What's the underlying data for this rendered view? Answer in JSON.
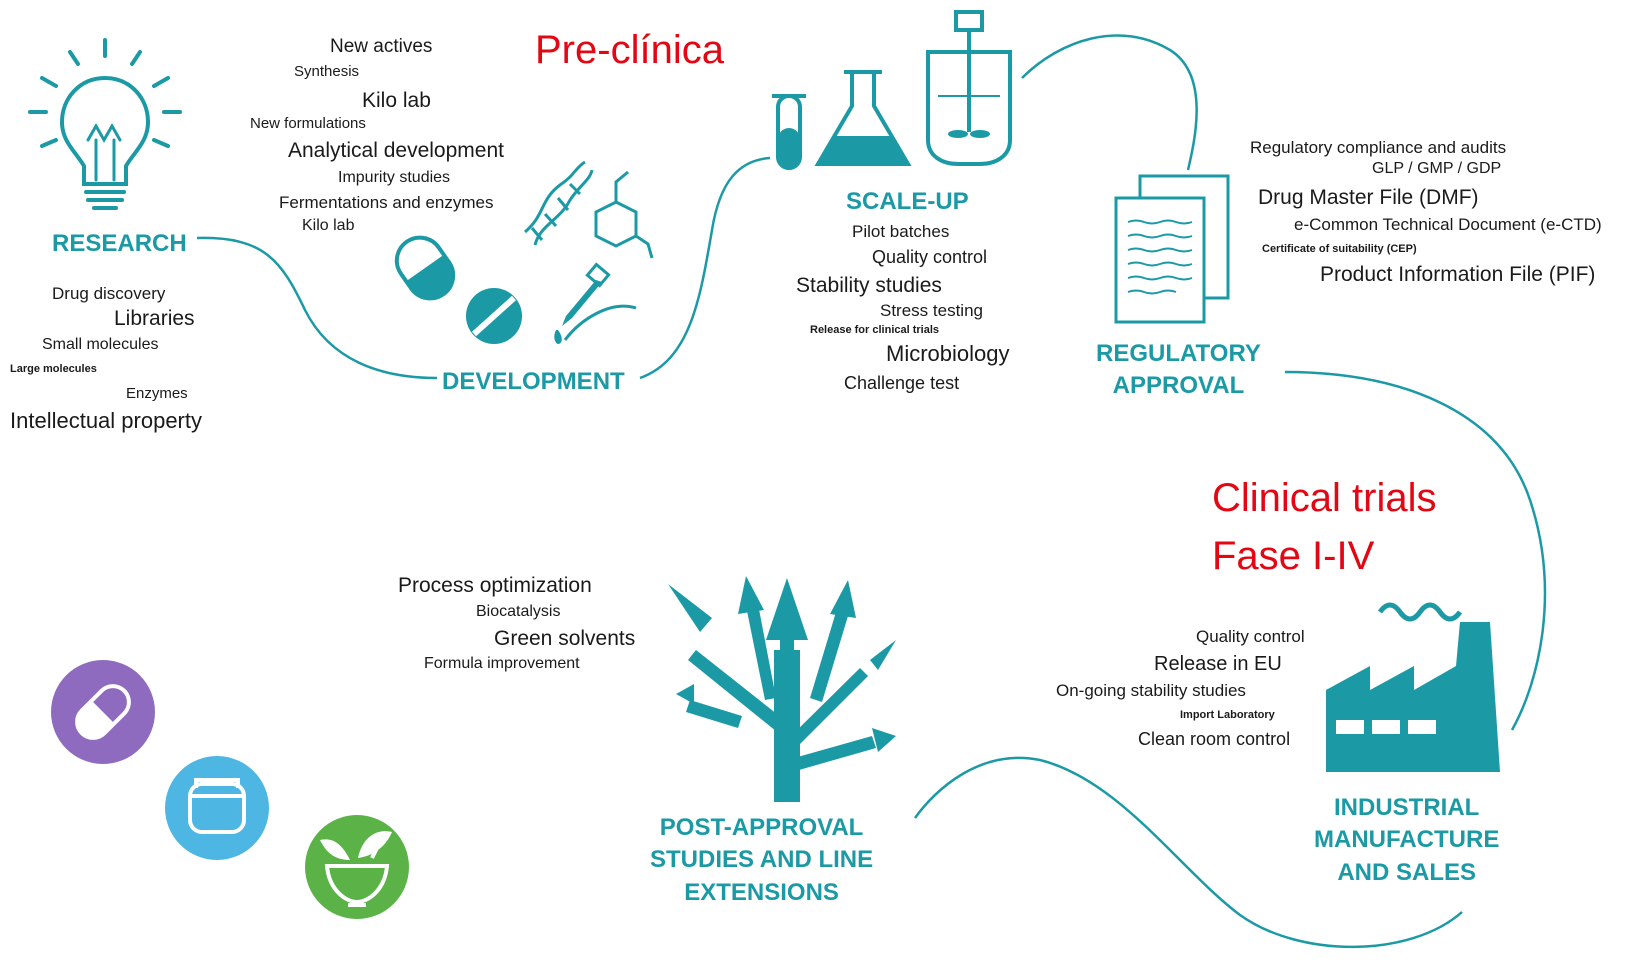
{
  "colors": {
    "teal": "#1b9aa6",
    "red": "#e30613",
    "purple": "#8e6bbf",
    "blue": "#4eb6e2",
    "green": "#5bb347",
    "text": "#1a1a1a"
  },
  "annotations": {
    "preclinical": "Pre-clínica",
    "clinical_1": "Clinical trials",
    "clinical_2": "Fase I-IV"
  },
  "stages": {
    "research": {
      "label": "RESEARCH",
      "icon": "lightbulb-icon",
      "items": [
        "Drug discovery",
        "Libraries",
        "Small molecules",
        "Large molecules",
        "Enzymes",
        "Intellectual property"
      ]
    },
    "development": {
      "label": "DEVELOPMENT",
      "icon": "capsule-dna-dropper-icon",
      "items": [
        "New actives",
        "Synthesis",
        "Kilo lab",
        "New formulations",
        "Analytical development",
        "Impurity studies",
        "Fermentations and enzymes",
        "Kilo lab"
      ]
    },
    "scale_up": {
      "label": "SCALE-UP",
      "icon": "flask-reactor-icon",
      "items": [
        "Pilot batches",
        "Quality control",
        "Stability studies",
        "Stress testing",
        "Release for clinical trials",
        "Microbiology",
        "Challenge test"
      ]
    },
    "regulatory": {
      "label_1": "REGULATORY",
      "label_2": "APPROVAL",
      "icon": "documents-icon",
      "items": [
        "Regulatory compliance and audits",
        "GLP / GMP / GDP",
        "Drug Master File (DMF)",
        "e-Common Technical Document (e-CTD)",
        "Certificate of suitability (CEP)",
        "Product Information File (PIF)"
      ]
    },
    "manufacture": {
      "label_1": "INDUSTRIAL",
      "label_2": "MANUFACTURE",
      "label_3": "AND SALES",
      "icon": "factory-icon",
      "items": [
        "Quality control",
        "Release in EU",
        "On-going stability studies",
        "Import Laboratory",
        "Clean room control"
      ]
    },
    "post_approval": {
      "label_1": "POST-APPROVAL",
      "label_2": "STUDIES AND LINE",
      "label_3": "EXTENSIONS",
      "icon": "branching-arrows-icon",
      "items": [
        "Process optimization",
        "Biocatalysis",
        "Green solvents",
        "Formula improvement"
      ]
    }
  },
  "badges": [
    {
      "icon": "capsule-icon"
    },
    {
      "icon": "jar-icon"
    },
    {
      "icon": "mortar-leaf-icon"
    }
  ]
}
